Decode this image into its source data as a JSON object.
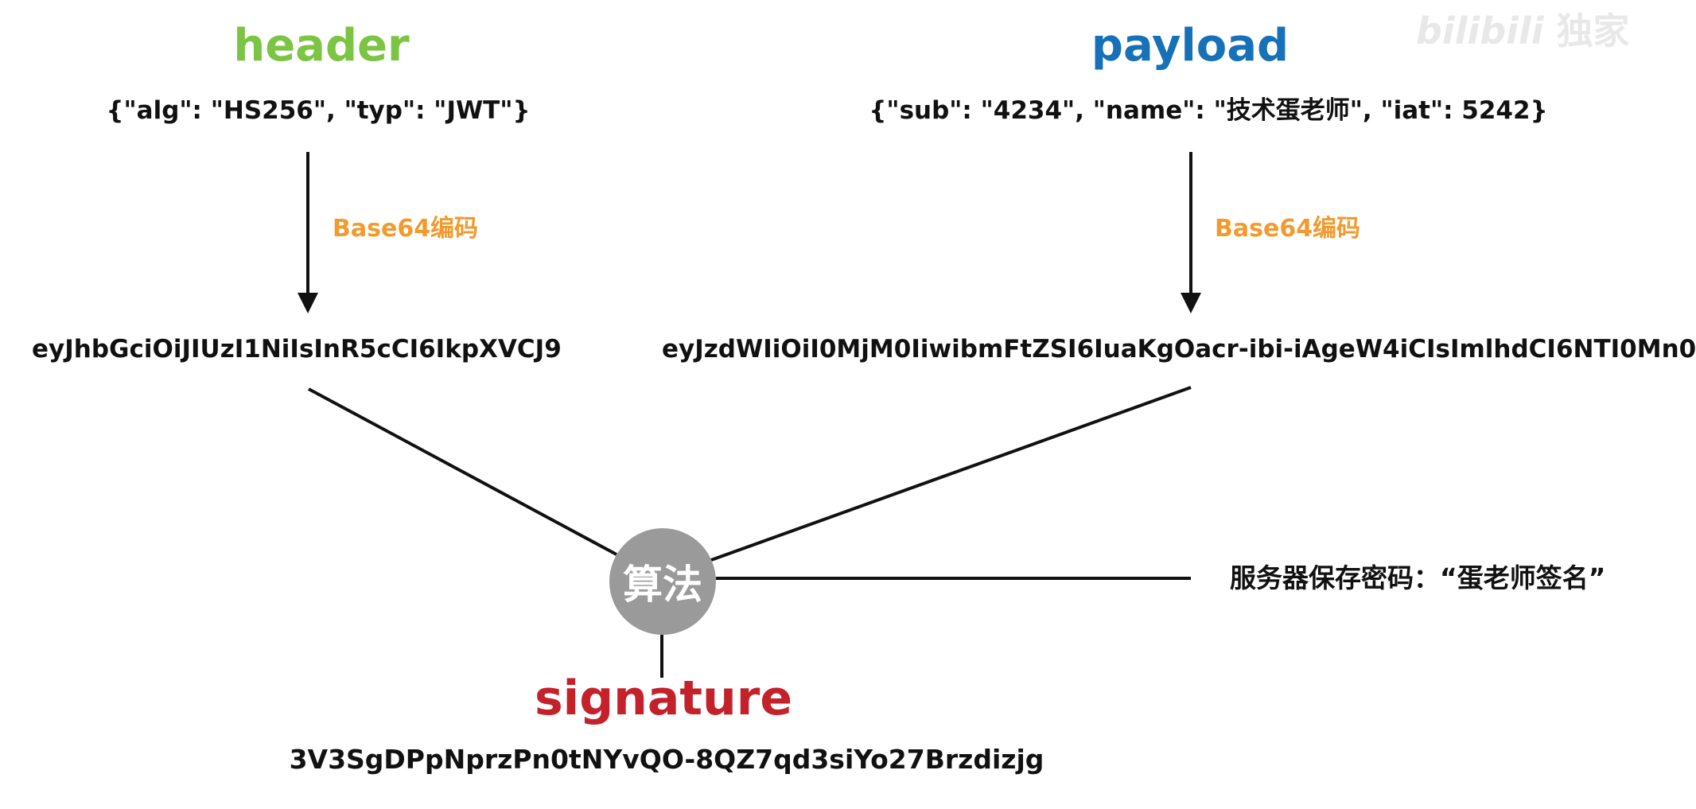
{
  "colors": {
    "header": "#7cc444",
    "payload": "#1671b8",
    "signature": "#c3222a",
    "encode_label": "#f29a2e",
    "node_fill": "#9a9a9a",
    "text": "#111111"
  },
  "header": {
    "title": "header",
    "json": "{\"alg\": \"HS256\", \"typ\": \"JWT\"}",
    "encode_label": "Base64编码",
    "encoded": "eyJhbGciOiJIUzI1NiIsInR5cCI6IkpXVCJ9"
  },
  "payload": {
    "title": "payload",
    "json": "{\"sub\": \"4234\", \"name\": \"技术蛋老师\", \"iat\": 5242}",
    "encode_label": "Base64编码",
    "encoded": "eyJzdWIiOiI0MjM0IiwibmFtZSI6IuaKgOacr-ibi-iAgeW4iCIsImlhdCI6NTI0Mn0"
  },
  "algorithm": {
    "label": "算法"
  },
  "server_secret": {
    "text": "服务器保存密码：“蛋老师签名”"
  },
  "signature": {
    "title": "signature",
    "value": "3V3SgDPpNprzPn0tNYvQO-8QZ7qd3siYo27Brzdizjg"
  },
  "watermark": {
    "icon": "bilibili-logo",
    "text": "独家"
  }
}
